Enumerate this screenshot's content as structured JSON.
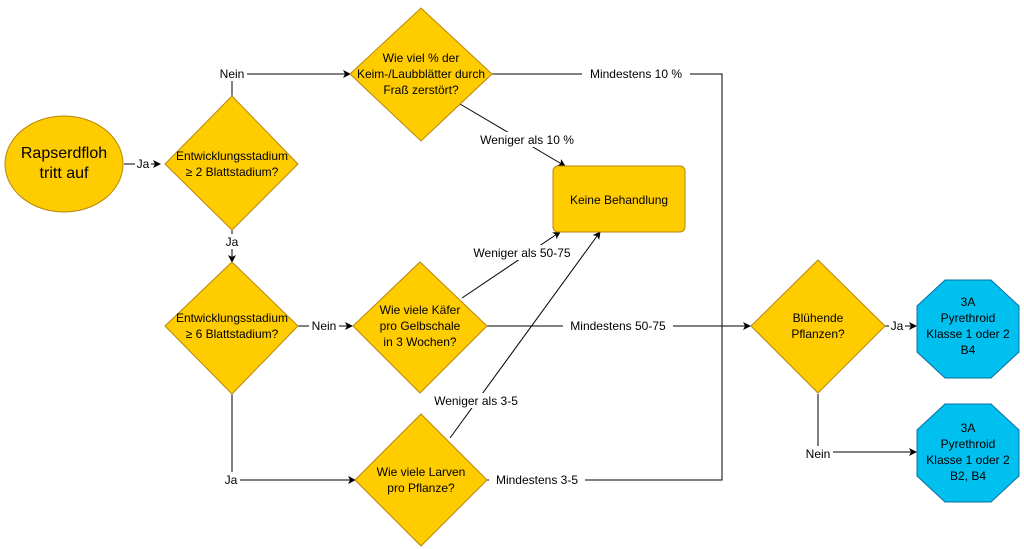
{
  "nodes": {
    "start": {
      "lines": [
        "Rapserdfloh",
        "tritt auf"
      ]
    },
    "decision_2leaf": {
      "lines": [
        "Entwicklungsstadium",
        "≥ 2 Blattstadium?"
      ]
    },
    "decision_damage": {
      "lines": [
        "Wie viel % der",
        "Keim-/Laubblätter durch",
        "Fraß zerstört?"
      ]
    },
    "no_treatment": {
      "lines": [
        "Keine Behandlung"
      ]
    },
    "decision_6leaf": {
      "lines": [
        "Entwicklungsstadium",
        "≥ 6 Blattstadium?"
      ]
    },
    "decision_beetles": {
      "lines": [
        "Wie viele Käfer",
        "pro Gelbschale",
        "in 3 Wochen?"
      ]
    },
    "decision_larvae": {
      "lines": [
        "Wie viele Larven",
        "pro Pflanze?"
      ]
    },
    "decision_flowering": {
      "lines": [
        "Blühende",
        "Pflanzen?"
      ]
    },
    "treat_flowering": {
      "lines": [
        "3A",
        "Pyrethroid",
        "Klasse 1 oder 2",
        "B4"
      ]
    },
    "treat_nonflowering": {
      "lines": [
        "3A",
        "Pyrethroid",
        "Klasse 1 oder 2",
        "B2, B4"
      ]
    }
  },
  "edges": {
    "start_ja": "Ja",
    "d2_nein": "Nein",
    "d2_ja": "Ja",
    "damage_min": "Mindestens 10 %",
    "damage_less": "Weniger als 10 %",
    "d6_nein": "Nein",
    "d6_ja": "Ja",
    "beetles_less": "Weniger als 50-75",
    "beetles_min": "Mindestens 50-75",
    "larvae_less": "Weniger als 3-5",
    "larvae_min": "Mindestens 3-5",
    "flower_ja": "Ja",
    "flower_nein": "Nein"
  },
  "colors": {
    "process_fill": "#FFCC00",
    "treatment_fill": "#00C0EF"
  }
}
